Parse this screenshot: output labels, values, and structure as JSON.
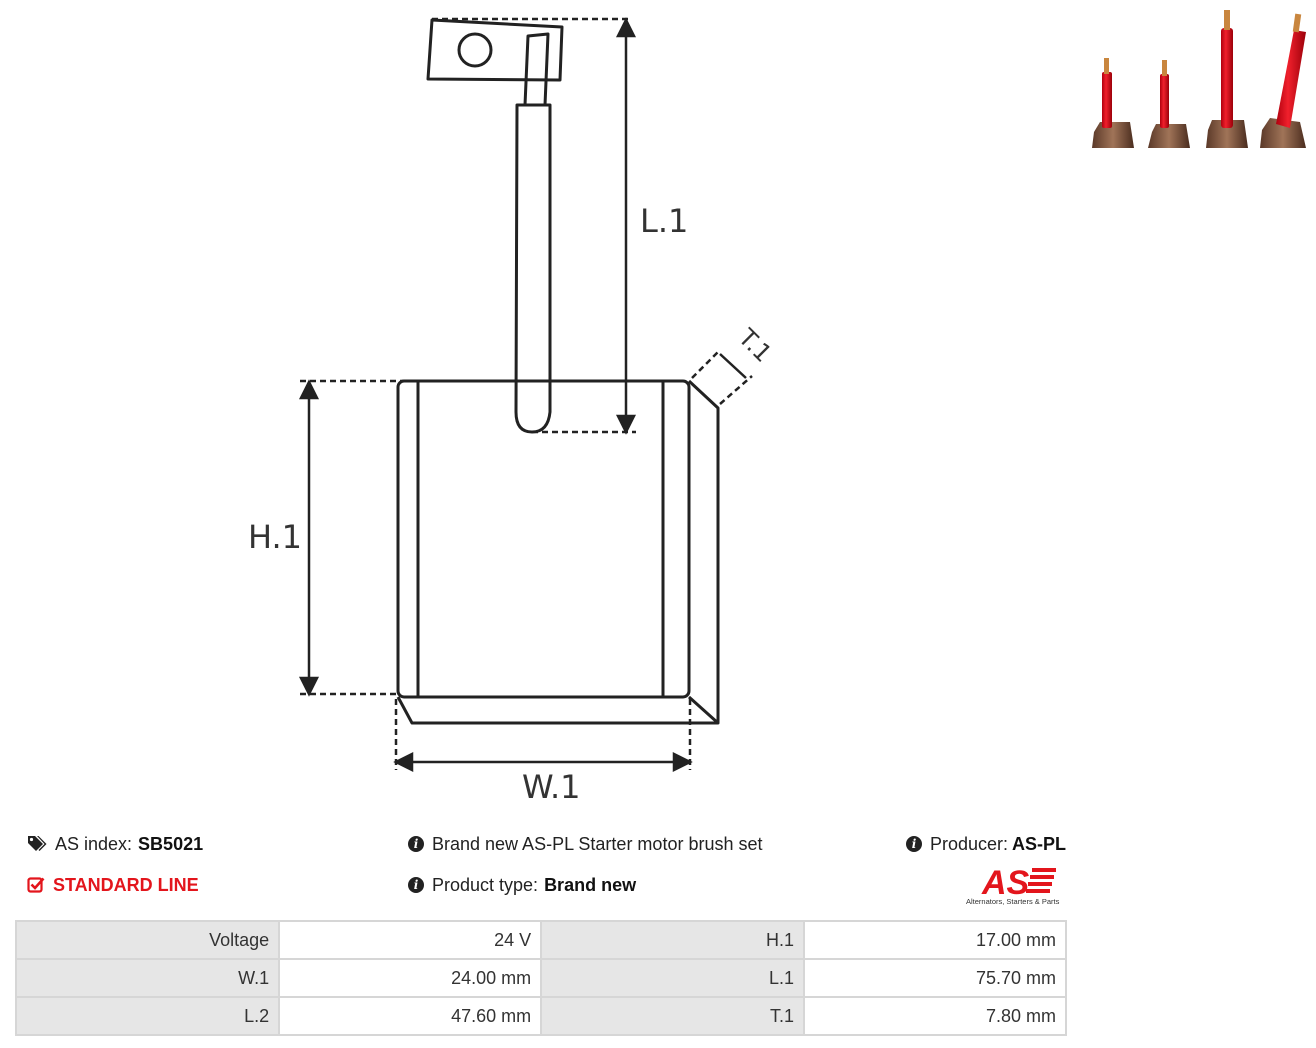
{
  "diagram": {
    "labels": {
      "l1": "L.1",
      "h1": "H.1",
      "w1": "W.1",
      "t1": "T.1"
    }
  },
  "info": {
    "as_index_label": "AS index:",
    "as_index_value": "SB5021",
    "line": "STANDARD LINE",
    "description": "Brand new AS-PL Starter motor brush set",
    "product_type_label": "Product type:",
    "product_type_value": "Brand new",
    "producer_label": "Producer:",
    "producer_value": "AS-PL"
  },
  "logo": {
    "mark": "AS",
    "tagline": "Alternators, Starters & Parts"
  },
  "specs": [
    {
      "k1": "Voltage",
      "v1": "24 V",
      "k2": "H.1",
      "v2": "17.00 mm"
    },
    {
      "k1": "W.1",
      "v1": "24.00 mm",
      "k2": "L.1",
      "v2": "75.70 mm"
    },
    {
      "k1": "L.2",
      "v1": "47.60 mm",
      "k2": "T.1",
      "v2": "7.80 mm"
    }
  ],
  "colors": {
    "accent_red": "#e3151c",
    "table_key_bg": "#e6e6e6",
    "table_border": "#d6d6d6"
  },
  "icons": {
    "tag": "tags-icon",
    "check": "check-square-icon",
    "info": "info-circle-icon"
  }
}
